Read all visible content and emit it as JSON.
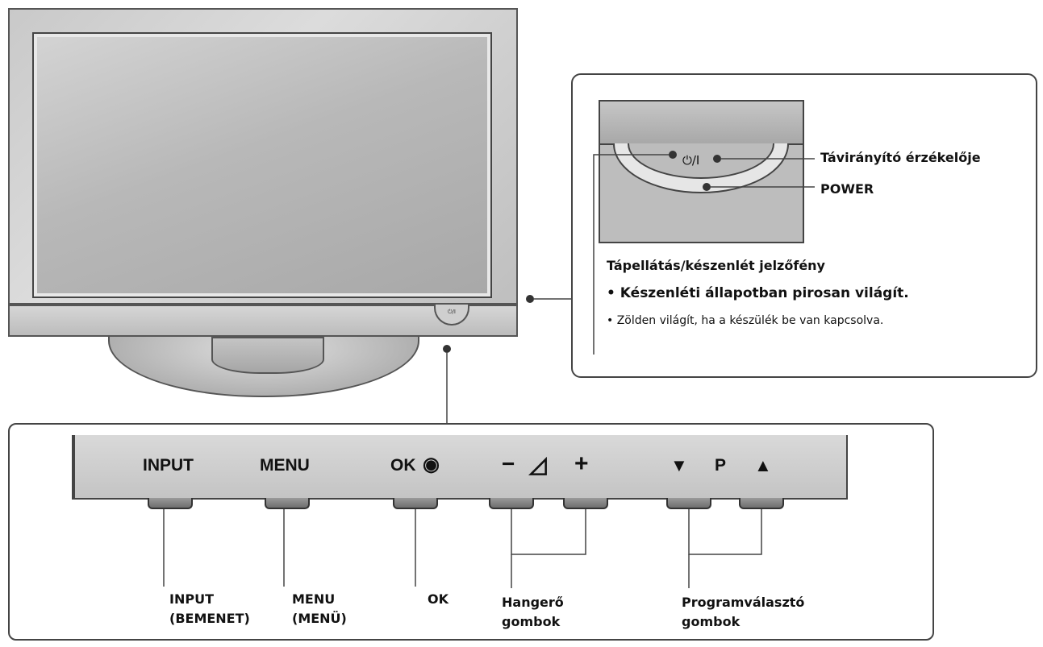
{
  "tv": {
    "power_notch_text": "⏻/I"
  },
  "callout_panel": {
    "power_symbol": "⏻/I",
    "remote_sensor_label": "Távirányító érzékelője",
    "power_label": "POWER",
    "indicator_title": "Tápellátás/készenlét jelzőfény",
    "bullet_1": "• Készenléti állapotban pirosan világít.",
    "bullet_2": "• Zölden világít, ha a készülék be van kapcsolva."
  },
  "control_bar": {
    "input": "INPUT",
    "menu": "MENU",
    "ok": "OK",
    "ok_symbol": "◉",
    "vol_minus": "−",
    "vol_symbol": "◿",
    "vol_plus": "+",
    "prog_down": "▼",
    "prog_p": "P",
    "prog_up": "▲"
  },
  "labels": {
    "input_line1": "INPUT",
    "input_line2": "(BEMENET)",
    "menu_line1": "MENU",
    "menu_line2": "(MENÜ)",
    "ok": "OK",
    "volume_line1": "Hangerő",
    "volume_line2": "gombok",
    "program_line1": "Programválasztó",
    "program_line2": "gombok"
  }
}
